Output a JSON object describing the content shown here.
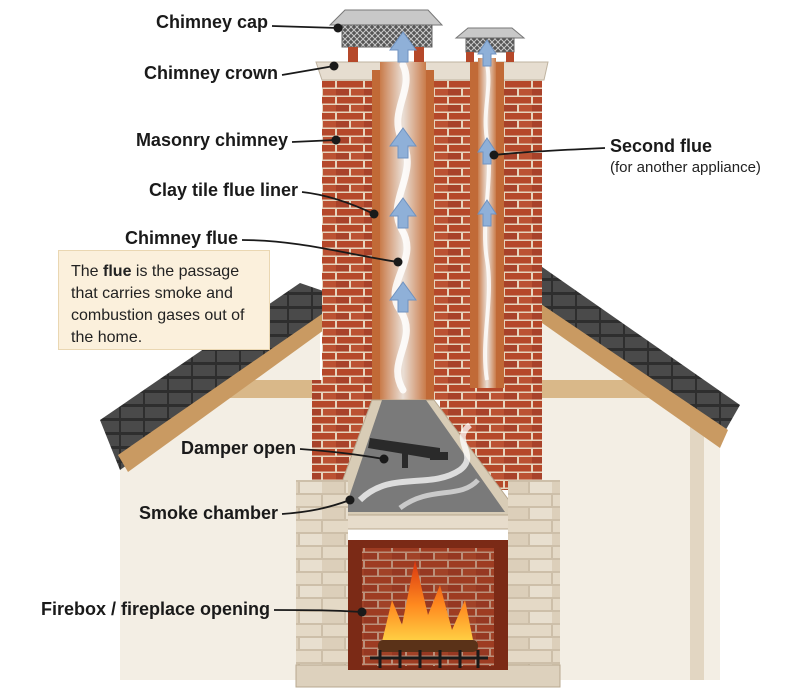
{
  "labels": {
    "chimney_cap": "Chimney cap",
    "chimney_crown": "Chimney crown",
    "masonry_chimney": "Masonry chimney",
    "clay_tile_flue_liner": "Clay tile flue liner",
    "chimney_flue": "Chimney flue",
    "second_flue": "Second flue",
    "second_flue_note": "(for another appliance)",
    "damper_open": "Damper open",
    "smoke_chamber": "Smoke chamber",
    "firebox": "Firebox / fireplace opening"
  },
  "info_box": {
    "prefix": "The ",
    "emphasis": "flue",
    "suffix": " is the passage that carries smoke and combustion gases out of the home."
  },
  "colors": {
    "brick": "#b5482a",
    "mortar": "#e8d9c4",
    "flue_gradient": [
      "#c97b4a",
      "#eadfd6"
    ],
    "smoke": "#ffffff",
    "arrow": "#8fb0d8",
    "roof": "#3c3c3c",
    "info_bg": "#fbf0dc"
  }
}
